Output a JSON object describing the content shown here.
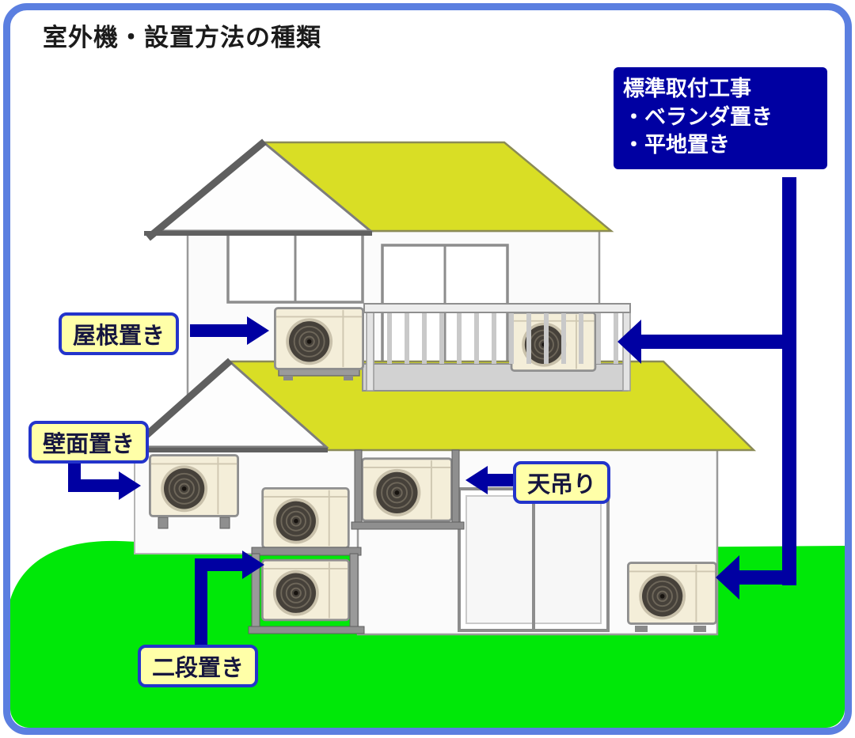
{
  "title": "室外機・設置方法の種類",
  "info_box": {
    "title": "標準取付工事",
    "items": [
      "・ベランダ置き",
      "・平地置き"
    ]
  },
  "labels": {
    "roof": "屋根置き",
    "wall": "壁面置き",
    "ceiling": "天吊り",
    "two_tier": "二段置き"
  },
  "colors": {
    "frame_blue": "#5b7fe0",
    "navy_accent": "#0000a2",
    "label_yellow": "#ffffa8",
    "label_border_blue": "#2334cb",
    "roof_yellow": "#d9de25",
    "grass_green": "#00e808",
    "unit_beige": "#f4eed9"
  }
}
